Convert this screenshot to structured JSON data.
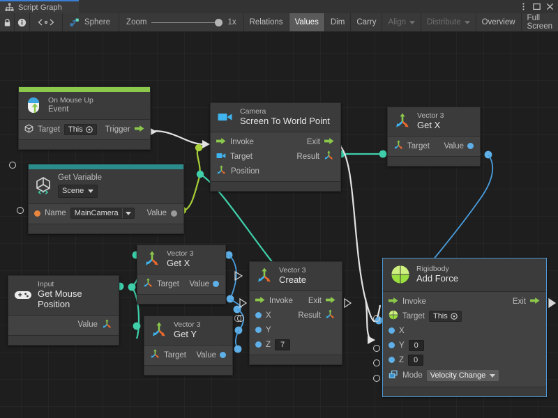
{
  "window": {
    "tab_label": "Script Graph",
    "tab_icon": "script-graph-icon",
    "buttons": [
      {
        "name": "window-menu-button",
        "glyph": "kebab-menu-icon"
      },
      {
        "name": "window-maximize-button",
        "glyph": "maximize-icon"
      },
      {
        "name": "window-close-button",
        "glyph": "close-icon"
      }
    ]
  },
  "toolbar": {
    "lock_icon": "lock-icon",
    "info_icon": "info-icon",
    "code_icon": "angle-brackets-icon",
    "object_icon": "script-graph-small-icon",
    "object_name": "Sphere",
    "zoom_label": "Zoom",
    "zoom_value": "1x",
    "zoom_percent": 100,
    "items": [
      {
        "label": "Relations",
        "state": "normal",
        "caret": false
      },
      {
        "label": "Values",
        "state": "pressed",
        "caret": false
      },
      {
        "label": "Dim",
        "state": "normal",
        "caret": false
      },
      {
        "label": "Carry",
        "state": "normal",
        "caret": false
      },
      {
        "label": "Align",
        "state": "disabled",
        "caret": true
      },
      {
        "label": "Distribute",
        "state": "disabled",
        "caret": true
      },
      {
        "label": "Overview",
        "state": "normal",
        "caret": false
      },
      {
        "label": "Full Screen",
        "state": "normal",
        "caret": false
      }
    ]
  },
  "graph": {
    "nodes": [
      {
        "id": "on-mouse-up",
        "subtitle": "On Mouse Up",
        "title": "Event",
        "icon": "mouse-up-event-icon",
        "accent": "#8cc84b",
        "rows": [
          {
            "target_label": "Target",
            "target_value": "This",
            "trigger_label": "Trigger"
          }
        ]
      },
      {
        "id": "get-variable",
        "subtitle": "Get Variable",
        "title": "Scene",
        "icon": "unity-variable-icon",
        "accent": "#2a8c8c",
        "rows": [
          {
            "name_label": "Name",
            "name_value": "MainCamera",
            "value_label": "Value"
          }
        ]
      },
      {
        "id": "camera-screen-to-world-point",
        "subtitle": "Camera",
        "title": "Screen To World Point",
        "icon": "camera-icon",
        "accent": null,
        "ports": [
          {
            "left": "Invoke",
            "right": "Exit"
          },
          {
            "left": "Target",
            "right": "Result"
          },
          {
            "left": "Position",
            "right": ""
          }
        ]
      },
      {
        "id": "vector3-get-x-top",
        "subtitle": "Vector 3",
        "title": "Get X",
        "icon": "vector3-icon",
        "accent": null,
        "ports": [
          {
            "left": "Target",
            "right": "Value"
          }
        ]
      },
      {
        "id": "input-get-mouse-position",
        "subtitle": "Input",
        "title": "Get Mouse Position",
        "icon": "gamepad-icon",
        "accent": null,
        "ports": [
          {
            "left": "",
            "right": "Value"
          }
        ]
      },
      {
        "id": "vector3-get-x-left",
        "subtitle": "Vector 3",
        "title": "Get X",
        "icon": "vector3-icon",
        "accent": null,
        "ports": [
          {
            "left": "Target",
            "right": "Value"
          }
        ]
      },
      {
        "id": "vector3-get-y-left",
        "subtitle": "Vector 3",
        "title": "Get Y",
        "icon": "vector3-icon",
        "accent": null,
        "ports": [
          {
            "left": "Target",
            "right": "Value"
          }
        ]
      },
      {
        "id": "vector3-create",
        "subtitle": "Vector 3",
        "title": "Create",
        "icon": "vector3-icon",
        "accent": null,
        "ports": [
          {
            "left": "Invoke",
            "right": "Exit"
          },
          {
            "left": "X",
            "right": "Result"
          },
          {
            "left": "Y",
            "right": ""
          },
          {
            "left": "Z",
            "right": "",
            "value": "7"
          }
        ]
      },
      {
        "id": "rigidbody-add-force",
        "subtitle": "Rigidbody",
        "title": "Add Force",
        "icon": "rigidbody-icon",
        "accent": null,
        "selected": true,
        "ports": [
          {
            "left": "Invoke",
            "right": "Exit"
          },
          {
            "left": "Target",
            "value": "This"
          },
          {
            "left": "X",
            "value": ""
          },
          {
            "left": "Y",
            "value": "0"
          },
          {
            "left": "Z",
            "value": "0"
          },
          {
            "left": "Mode",
            "value": "Velocity Change"
          }
        ]
      }
    ],
    "colors": {
      "control_wire": "#e3e3e3",
      "object_wire": "#a8d03a",
      "vector_wire": "#3fd0ab",
      "float_wire": "#4a9fe0",
      "selection": "#4e9ad6",
      "event_accent": "#8cc84b",
      "variable_accent": "#2a8c8c"
    }
  }
}
